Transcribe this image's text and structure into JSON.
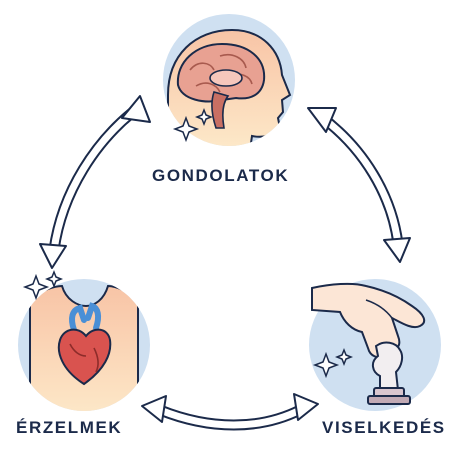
{
  "nodes": {
    "thoughts": {
      "label": "GONDOLATOK",
      "icon": "head-brain-icon"
    },
    "emotions": {
      "label": "ÉRZELMEK",
      "icon": "heart-torso-icon"
    },
    "behavior": {
      "label": "VISELKEDÉS",
      "icon": "hand-chess-piece-icon"
    }
  },
  "colors": {
    "circle_bg": "#cfe0f1",
    "outline": "#1b2a4a",
    "arrow_fill": "#ffffff",
    "brain": "#e8a192",
    "heart": "#d9534f",
    "vessel_blue": "#4a8fd6",
    "skin": "#fce6d6",
    "chess_piece": "#f2eef0"
  }
}
